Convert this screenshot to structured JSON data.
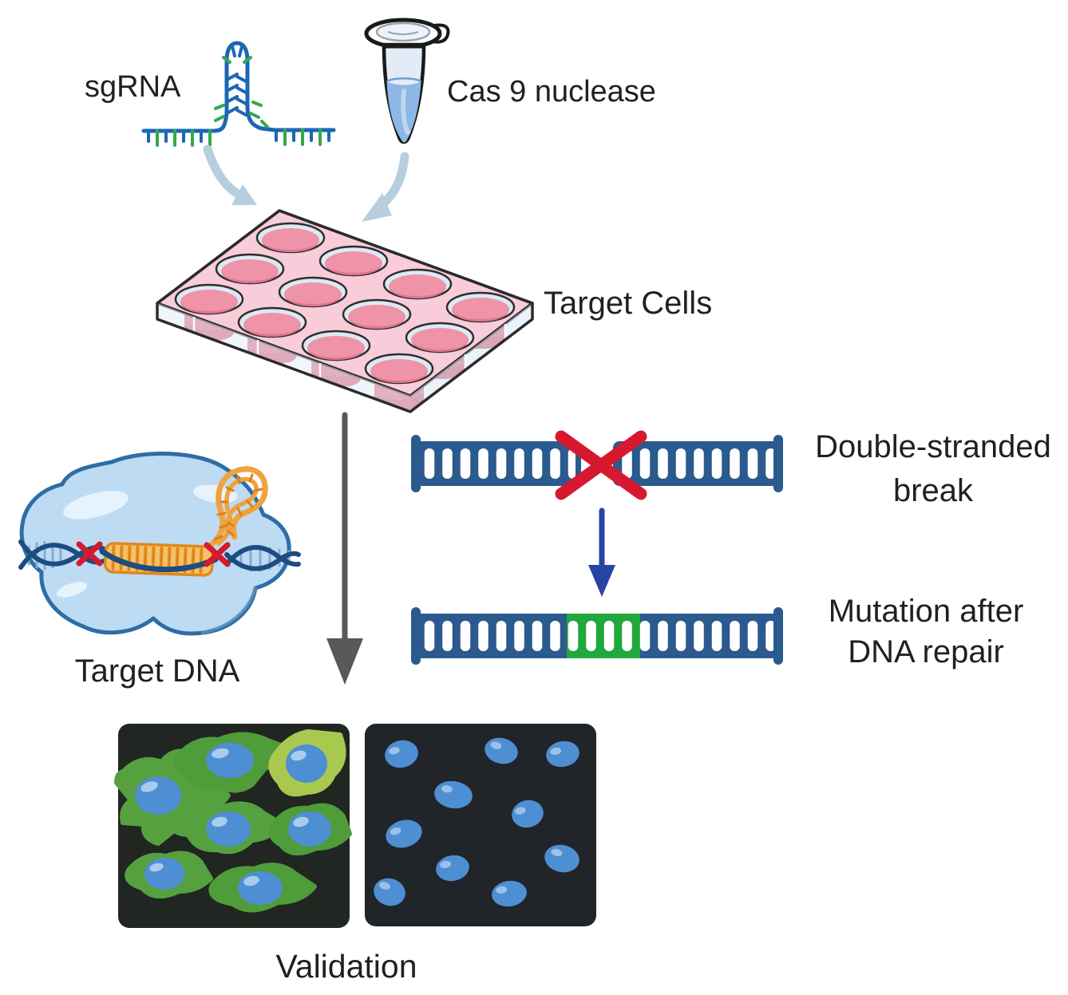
{
  "labels": {
    "sgrna": "sgRNA",
    "cas9_nuclease": "Cas 9 nuclease",
    "target_cells": "Target Cells",
    "target_dna": "Target DNA",
    "double_stranded_break": {
      "line1": "Double-stranded",
      "line2": "break"
    },
    "mutation_after_repair": {
      "line1": "Mutation after",
      "line2": "DNA repair"
    },
    "validation": "Validation"
  },
  "counts": {
    "plate_wells": 12,
    "green_fluorescent_cells": 7,
    "control_nuclei": 10
  },
  "icons": {
    "sgrna_icon": "sgRNA hairpin with blue backbone and green bases",
    "cas9_tube_icon": "microcentrifuge tube of Cas 9 nuclease",
    "well_plate_icon": "12-well culture plate with pink media",
    "cas9_complex_icon": "Cas9 blob bound to DNA with orange sgRNA and red cut marks",
    "dsb_dna_icon": "DNA ladder broken by red X",
    "repaired_dna_icon": "DNA ladder with green mutated segment",
    "gfp_panel_icon": "microscopy panel of green cells with blue nuclei",
    "control_panel_icon": "microscopy panel of blue nuclei only",
    "curved_arrow_icon": "light blue curved arrow",
    "down_arrow_icon": "straight down arrow"
  },
  "colors": {
    "text": "#231f20",
    "rna_blue": "#1b67b4",
    "rna_green": "#35a849",
    "dna_blue": "#2a5a8e",
    "mutation_green": "#1fa83e",
    "break_red": "#d6192e",
    "flow_arrow_gray": "#58595b",
    "flow_arrow_blue": "#2743a3",
    "input_arrow_blue": "#b6cede",
    "plate_pink": "#f8ccd8",
    "well_pink": "#ef93a9",
    "well_deep_pink": "#d7607f",
    "tube_liquid": "#8cb7e6",
    "cell_body_blue": "#bddbf3",
    "sgrna_orange": "#f0a23c",
    "gfp_cell_green": "#55a13f",
    "gfp_cell_light_green": "#a8c94e",
    "nucleus_blue": "#4e8ed3",
    "panel_dark": "#212622"
  }
}
